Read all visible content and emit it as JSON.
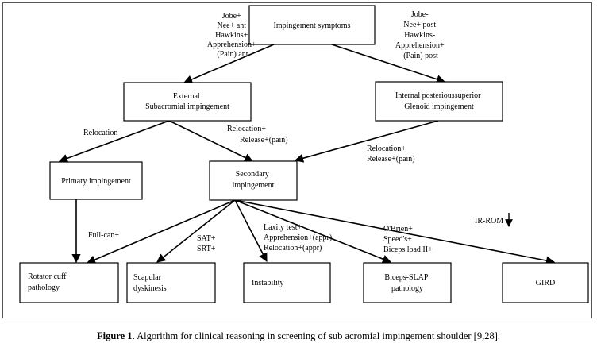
{
  "diagram": {
    "nodes": {
      "impingement_symptoms": [
        "Impingement symptoms"
      ],
      "external": [
        "External",
        "Subacromial impingement"
      ],
      "internal": [
        "Internal posterioussuperior",
        "Glenoid impingement"
      ],
      "primary": [
        "Primary impingement"
      ],
      "secondary": [
        "Secondary",
        "impingement"
      ],
      "rotator_cuff": [
        "Rotator cuff",
        "pathology"
      ],
      "scapular": [
        "Scapular",
        "dyskinesis"
      ],
      "instability": [
        "Instability"
      ],
      "biceps_slap": [
        "Biceps-SLAP",
        "pathology"
      ],
      "gird": [
        "GIRD"
      ]
    },
    "edge_labels": {
      "to_external": [
        "Jobe+",
        "Nee+ ant",
        "Hawkins+",
        "Apprehension+",
        "(Pain) ant"
      ],
      "to_internal": [
        "Jobe-",
        "Nee+ post",
        "Hawkins-",
        "Apprehension+",
        "(Pain) post"
      ],
      "to_primary": [
        "Relocation-"
      ],
      "external_to_secondary": [
        "Relocation+",
        "Release+(pain)"
      ],
      "internal_to_secondary": [
        "Relocation+",
        "Release+(pain)"
      ],
      "to_rotator_cuff": [
        "Full-can+"
      ],
      "to_scapular": [
        "SAT+",
        "SRT+"
      ],
      "to_instability": [
        "Laxity test+",
        "Apprehension+(appr)",
        "Relocation+(appr)"
      ],
      "to_biceps": [
        "O'Brien+",
        "Speed's+",
        "Biceps load II+"
      ],
      "ir_rom": [
        "IR-ROM"
      ]
    }
  },
  "caption": {
    "label": "Figure 1.",
    "text": " Algorithm for clinical reasoning in screening of sub acromial impingement shoulder [9,28]."
  }
}
